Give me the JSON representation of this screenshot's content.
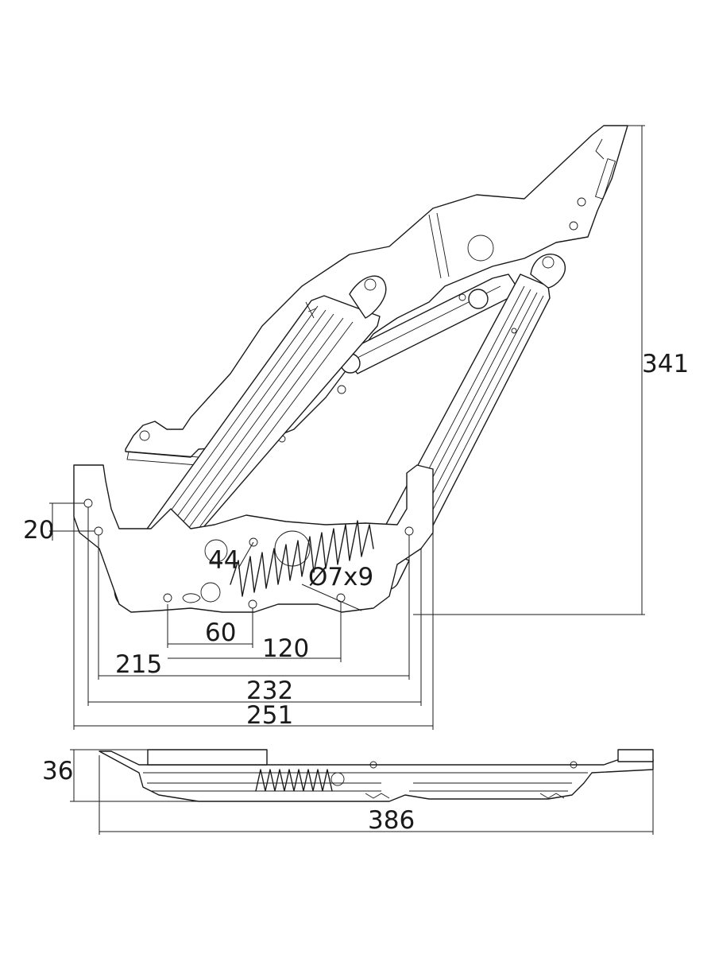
{
  "dimensions": {
    "height_total": "341",
    "hole_spacing_vertical": "20",
    "hole_to_hole_44": "44",
    "slot": "Ø7x9",
    "hole_spacing_60": "60",
    "hole_spacing_120": "120",
    "base_215": "215",
    "base_232": "232",
    "base_251": "251",
    "thickness": "36",
    "folded_length": "386"
  }
}
